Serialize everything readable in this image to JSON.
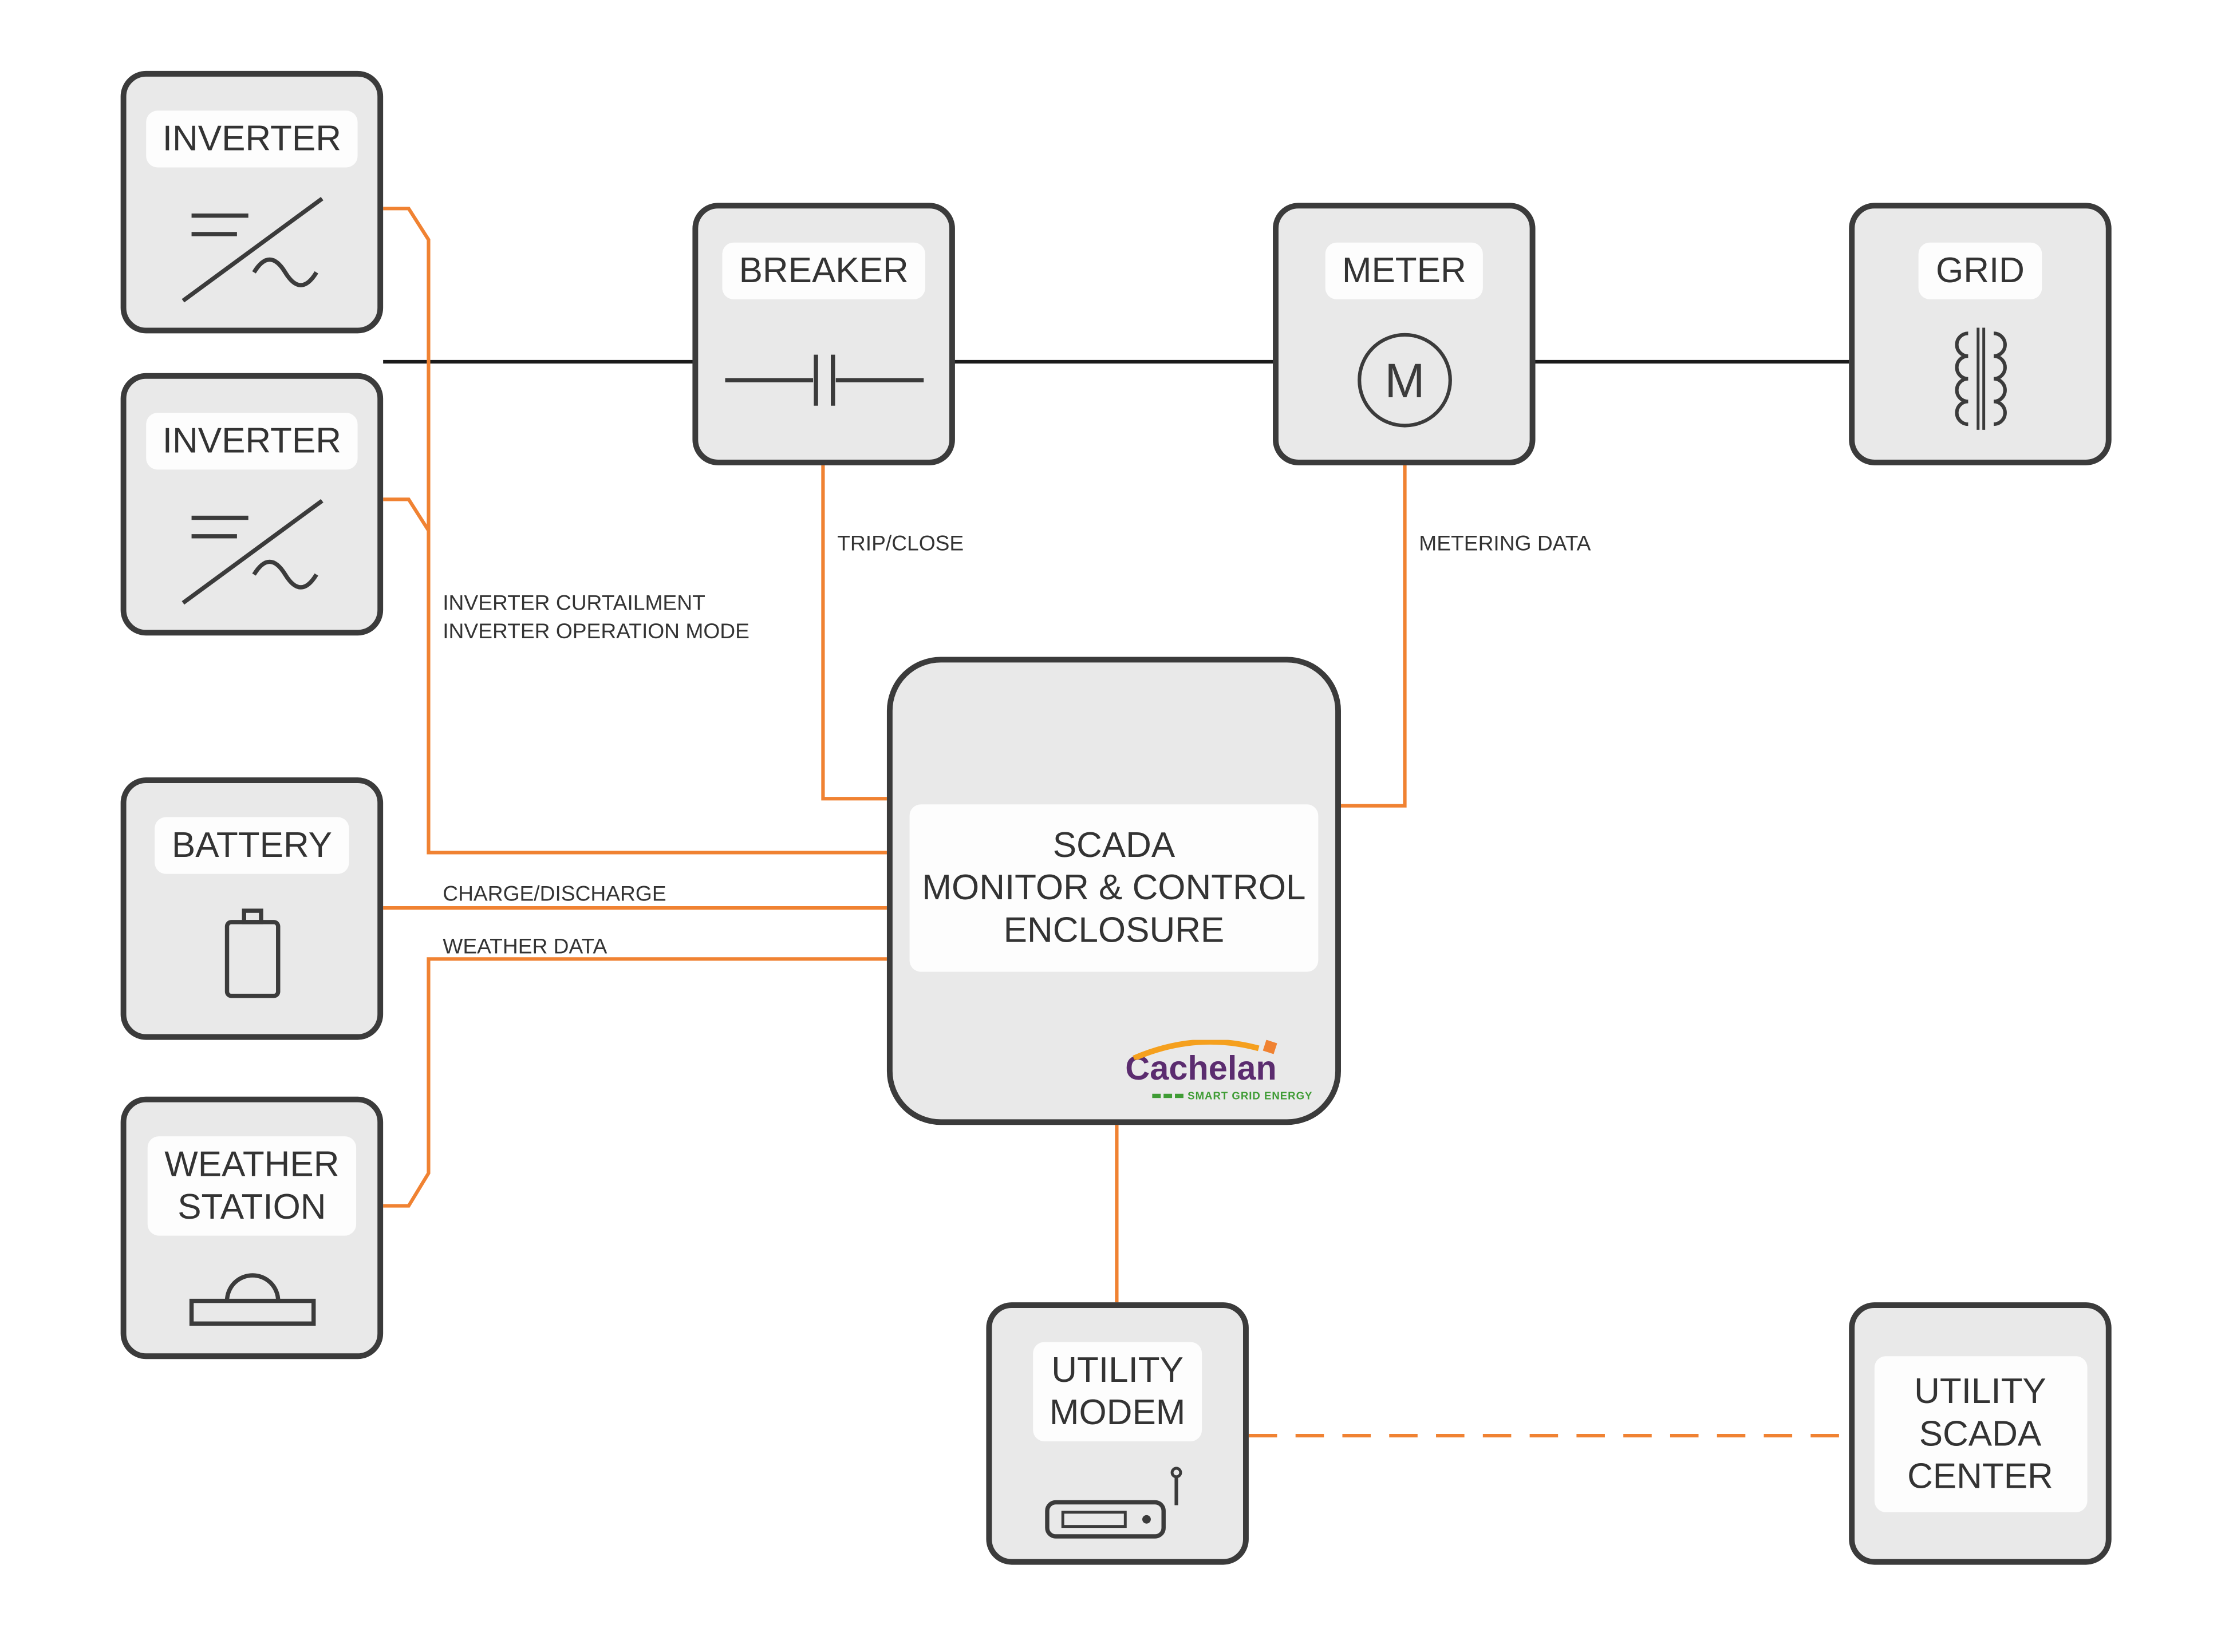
{
  "colors": {
    "accent_orange": "#F08232",
    "box_fill": "#E9E9E9",
    "box_border": "#3B3B3B",
    "power_line": "#1A1A1A",
    "logo_purple": "#5B2C6F",
    "logo_green": "#3F9C35",
    "logo_swoosh_orange": "#F5A01E"
  },
  "nodes": {
    "inverter1": {
      "label": "INVERTER"
    },
    "inverter2": {
      "label": "INVERTER"
    },
    "breaker": {
      "label": "BREAKER"
    },
    "meter": {
      "label": "METER",
      "symbol": "M"
    },
    "grid": {
      "label": "GRID"
    },
    "battery": {
      "label": "BATTERY"
    },
    "weather_station": {
      "lines": [
        "WEATHER",
        "STATION"
      ]
    },
    "scada": {
      "lines": [
        "SCADA",
        "MONITOR & CONTROL",
        "ENCLOSURE"
      ]
    },
    "utility_modem": {
      "lines": [
        "UTILITY",
        "MODEM"
      ]
    },
    "utility_scada_center": {
      "lines": [
        "UTILITY",
        "SCADA",
        "CENTER"
      ]
    }
  },
  "edge_labels": {
    "inverter_control": {
      "lines": [
        "INVERTER CURTAILMENT",
        "INVERTER OPERATION MODE"
      ]
    },
    "trip_close": "TRIP/CLOSE",
    "metering_data": "METERING DATA",
    "charge_discharge": "CHARGE/DISCHARGE",
    "weather_data": "WEATHER DATA"
  },
  "logo": {
    "name": "Cachelan",
    "tagline": "SMART GRID ENERGY"
  }
}
